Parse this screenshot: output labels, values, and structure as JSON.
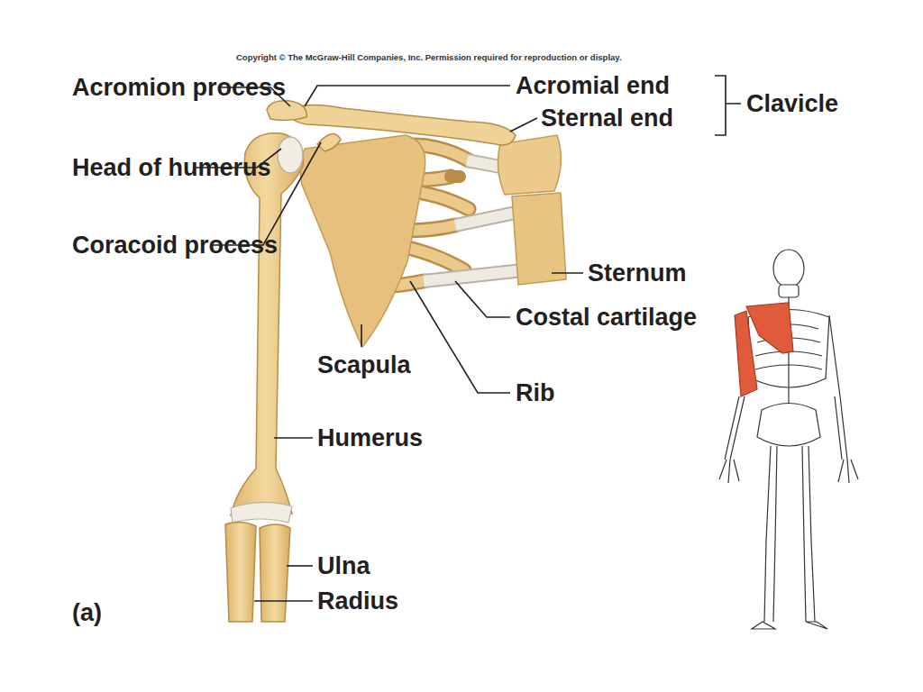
{
  "diagram": {
    "labels": [
      "Copyright © The McGraw-Hill Companies, Inc. Permission required for reproduction or display.",
      "Acromion process",
      "Head of humerus",
      "Coracoid process",
      "Acromial end",
      "Sternal end",
      "Clavicle",
      "Sternum",
      "Costal cartilage",
      "Rib",
      "Scapula",
      "Humerus",
      "Ulna",
      "Radius",
      "(a)"
    ]
  }
}
